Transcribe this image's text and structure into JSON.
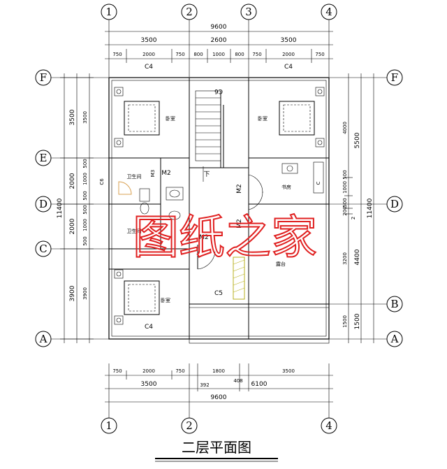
{
  "axes": {
    "columns": [
      "1",
      "2",
      "3",
      "4"
    ],
    "rows": [
      "F",
      "E",
      "D",
      "C",
      "B",
      "A"
    ]
  },
  "dims": {
    "top_total": "9600",
    "top_mid": [
      "3500",
      "2600",
      "3500"
    ],
    "top_detail": [
      "750",
      "2000",
      "750",
      "800",
      "1000",
      "800",
      "750",
      "2000",
      "750"
    ],
    "bottom_detail": [
      "750",
      "2000",
      "750",
      "1800",
      "3500"
    ],
    "bottom_mid": [
      "3500",
      "392",
      "408",
      "6100"
    ],
    "bottom_total": "9600",
    "left_total": "11400",
    "left_mid": [
      "3500",
      "2000",
      "2000",
      "3900"
    ],
    "left_inner": [
      "3500",
      "500",
      "1000",
      "500",
      "500",
      "1000",
      "500",
      "3900"
    ],
    "right_total": "11400",
    "right_mid": [
      "5500",
      "4400",
      "1500"
    ],
    "right_inner": [
      "4000",
      "500",
      "1000",
      "500",
      "200",
      "3200",
      "1500"
    ],
    "right_small": [
      "2"
    ]
  },
  "labels": {
    "bedroom": "卧室",
    "bathroom": "卫生间",
    "study": "书房",
    "terrace": "露台",
    "down": "下"
  },
  "codes": {
    "c4": "C4",
    "c5": "C5",
    "c6": "C6",
    "c_top": "C6",
    "c_study": "C",
    "m2": "M2",
    "m3": "M3"
  },
  "watermark": "图纸之家",
  "title": "二层平面图",
  "colors": {
    "watermark": "#e02020",
    "line": "#000000"
  }
}
